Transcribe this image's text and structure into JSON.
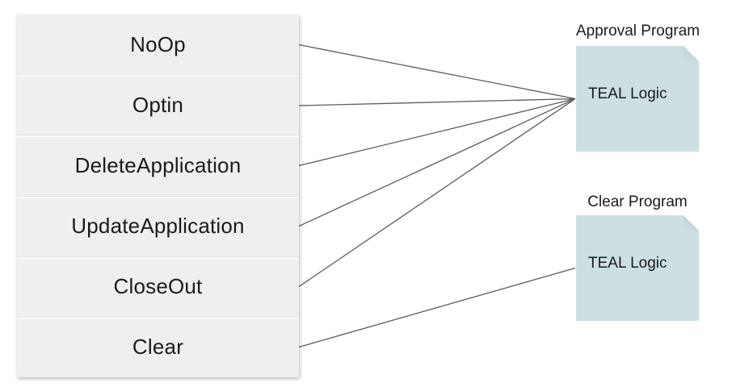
{
  "diagram": {
    "operations": [
      {
        "label": "NoOp"
      },
      {
        "label": "Optin"
      },
      {
        "label": "DeleteApplication"
      },
      {
        "label": "UpdateApplication"
      },
      {
        "label": "CloseOut"
      },
      {
        "label": "Clear"
      }
    ],
    "programs": {
      "approval": {
        "title": "Approval Program",
        "body": "TEAL Logic"
      },
      "clear": {
        "title": "Clear Program",
        "body": "TEAL Logic"
      }
    },
    "connections": [
      {
        "from": "NoOp",
        "to": "Approval Program"
      },
      {
        "from": "Optin",
        "to": "Approval Program"
      },
      {
        "from": "DeleteApplication",
        "to": "Approval Program"
      },
      {
        "from": "UpdateApplication",
        "to": "Approval Program"
      },
      {
        "from": "CloseOut",
        "to": "Approval Program"
      },
      {
        "from": "Clear",
        "to": "Clear Program"
      }
    ],
    "colors": {
      "row_fill": "#efefef",
      "program_fill": "#cddfe3",
      "connector_line": "#5c5c5c",
      "text": "#1b1b1b",
      "background": "#ffffff"
    }
  }
}
